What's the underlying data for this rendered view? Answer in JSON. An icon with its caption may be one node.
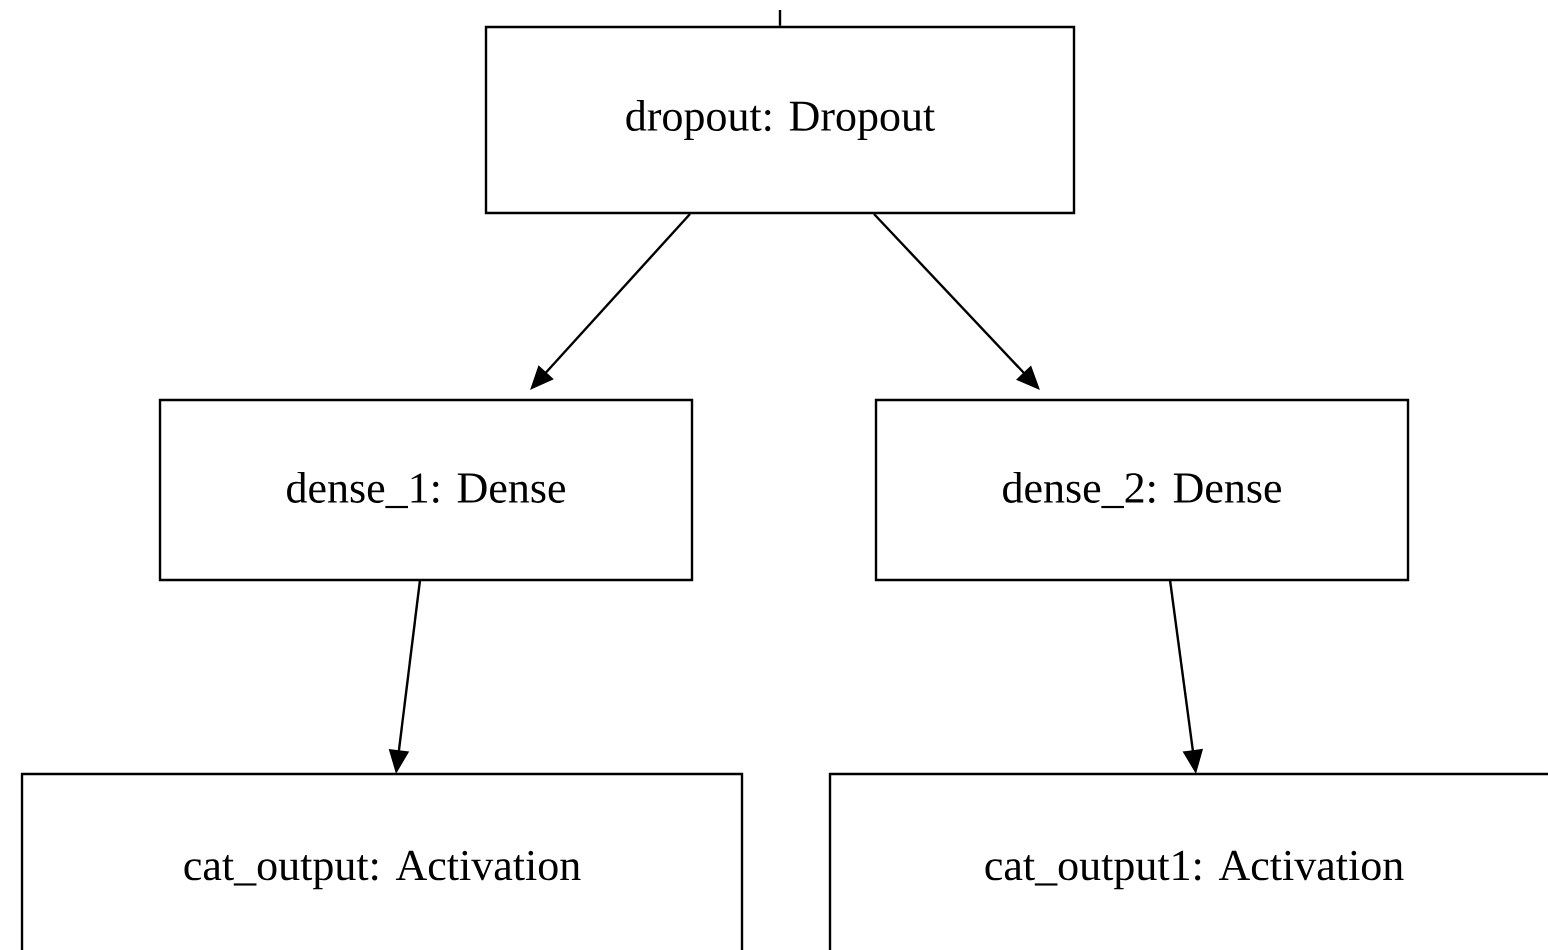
{
  "diagram": {
    "nodes": [
      {
        "text": [
          "dropout: Dropout"
        ]
      },
      {
        "text": [
          "dense_1: Dense"
        ]
      },
      {
        "text": [
          "dense_2: Dense"
        ]
      },
      {
        "text": [
          "cat_output: Activation"
        ]
      },
      {
        "text": [
          "cat_output1: Activation"
        ]
      }
    ],
    "edges": [
      {
        "from": null,
        "to": 0,
        "arrow": "none"
      },
      {
        "from": 0,
        "to": 1,
        "arrow": "to"
      },
      {
        "from": 0,
        "to": 2,
        "arrow": "to"
      },
      {
        "from": 1,
        "to": 3,
        "arrow": "to"
      },
      {
        "from": 2,
        "to": 4,
        "arrow": "to"
      }
    ]
  }
}
